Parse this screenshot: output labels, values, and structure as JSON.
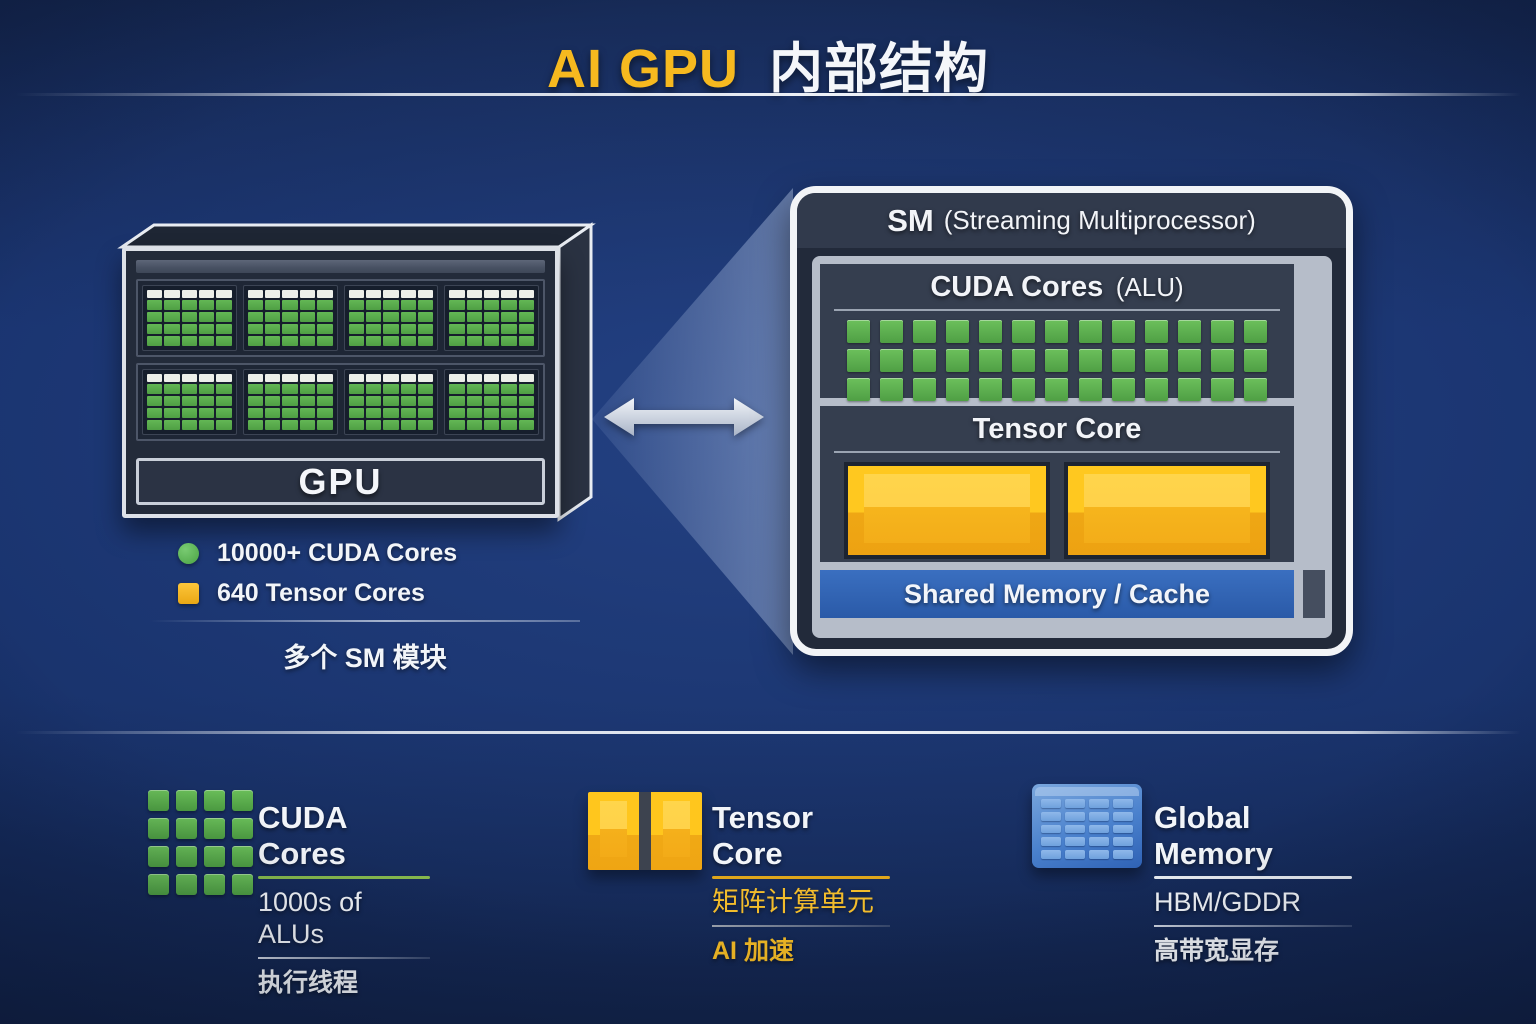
{
  "title": {
    "highlight": "AI GPU",
    "rest": "内部结构"
  },
  "gpu_diagram": {
    "label": "GPU",
    "mini_grid": {
      "cols": 5,
      "rows": 5,
      "light_top_row": true
    },
    "legend": [
      {
        "marker": "circle",
        "color": "#5cb85c",
        "text": "10000+  CUDA Cores"
      },
      {
        "marker": "square",
        "color": "#f0b429",
        "text": "640 Tensor Cores"
      }
    ],
    "caption": "多个 SM 模块"
  },
  "sm_panel": {
    "title_bold": "SM",
    "title_rest": "(Streaming Multiprocessor)",
    "cuda_section": {
      "title_bold": "CUDA Cores",
      "title_rest": "(ALU)",
      "grid": {
        "cols": 13,
        "rows": 3
      }
    },
    "tensor_section": {
      "title": "Tensor Core",
      "block_count": 2
    },
    "shared_memory_label": "Shared Memory / Cache"
  },
  "footer_items": [
    {
      "title": "CUDA Cores",
      "subtitle": "1000s of ALUs",
      "caption": "执行线程"
    },
    {
      "title": "Tensor Core",
      "subtitle": "矩阵计算单元",
      "caption": "AI 加速"
    },
    {
      "title": "Global Memory",
      "subtitle": "HBM/GDDR",
      "caption": "高带宽显存"
    }
  ],
  "icon_grids": {
    "cuda_icon": {
      "cols": 4,
      "rows": 4
    },
    "memory_icon": {
      "cols": 4,
      "rows": 5
    }
  },
  "colors": {
    "title_accent": "#f6b91f",
    "cuda_green": "#5cb85c",
    "tensor_yellow": "#f0b429",
    "shared_memory_blue": "#2e63b5",
    "memory_icon_blue": "#3f78c8",
    "background_navy": "#17306a"
  }
}
